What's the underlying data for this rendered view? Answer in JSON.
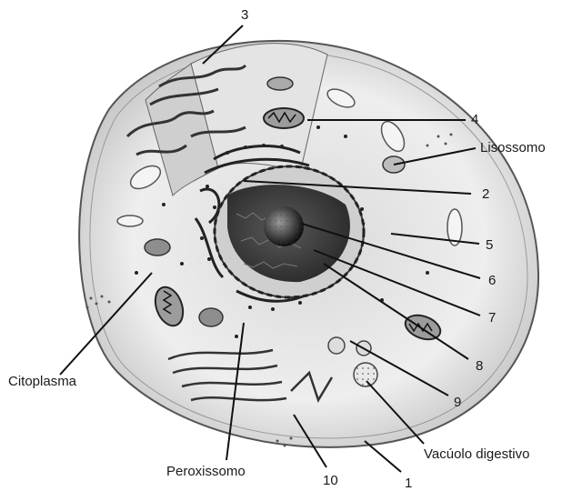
{
  "labels": {
    "n3": "3",
    "n4": "4",
    "lisossomo": "Lisossomo",
    "n2": "2",
    "n5": "5",
    "n6": "6",
    "n7": "7",
    "n8": "8",
    "n9": "9",
    "citoplasma": "Citoplasma",
    "peroxissomo": "Peroxissomo",
    "n10": "10",
    "n1": "1",
    "vacuolo": "Vacúolo digestivo"
  }
}
